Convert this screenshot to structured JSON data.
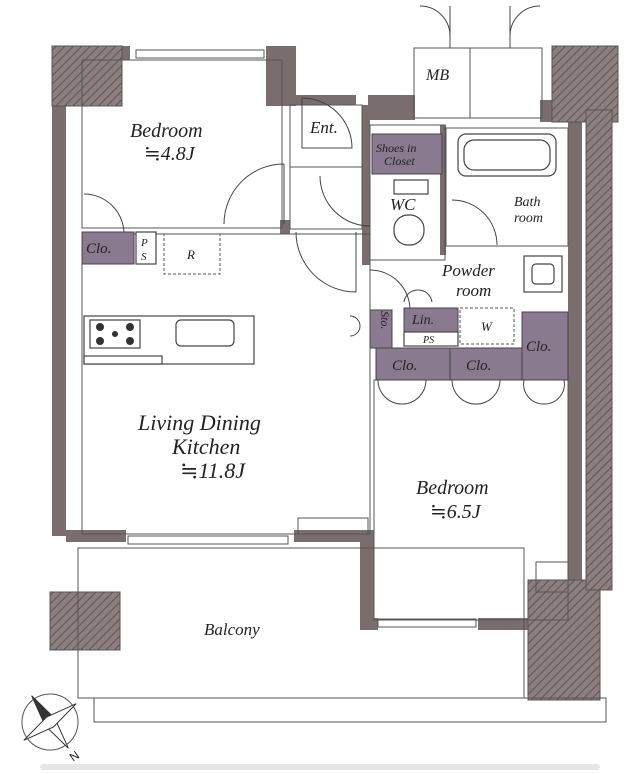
{
  "rooms": {
    "bedroom1": {
      "name": "Bedroom",
      "size": "≒4.8J"
    },
    "entrance": "Ent.",
    "shoes_closet": [
      "Shoes in",
      "Closet"
    ],
    "wc": "WC",
    "bathroom": [
      "Bath",
      "room"
    ],
    "mb": "MB",
    "clo_left": "Clo.",
    "ps_left": [
      "P",
      "S"
    ],
    "fridge": "R",
    "powder_room": [
      "Powder",
      "room"
    ],
    "lin": "Lin.",
    "wash": "W",
    "ps_mid": "PS",
    "sto": "Sto.",
    "clo_a": "Clo.",
    "clo_b": "Clo.",
    "clo_c": "Clo.",
    "ldk": {
      "line1": "Living Dining",
      "line2": "Kitchen",
      "size": "≒11.8J"
    },
    "bedroom2": {
      "name": "Bedroom",
      "size": "≒6.5J"
    },
    "balcony": "Balcony"
  },
  "compass": {
    "north": "N"
  },
  "colors": {
    "wall": "#7a6d6d",
    "storage": "#8a7a8f"
  }
}
